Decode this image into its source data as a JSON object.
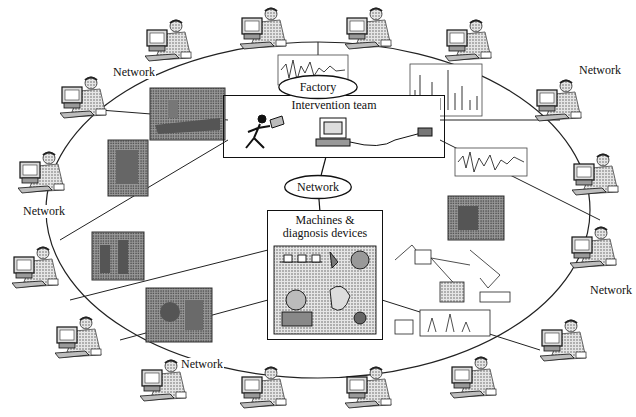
{
  "diagram": {
    "nodes": [
      {
        "text": [
          "Factory"
        ]
      },
      {
        "text": [
          "Intervention team"
        ]
      },
      {
        "text": [
          "Network"
        ]
      },
      {
        "text": [
          "Machines & diagnosis devices"
        ]
      }
    ],
    "edges": [
      {
        "from": 1,
        "to": 2,
        "arrow": "none"
      },
      {
        "from": 2,
        "to": 3,
        "arrow": "none"
      }
    ],
    "labels": [
      "Network",
      "Network",
      "Network",
      "Network",
      "Network"
    ]
  }
}
